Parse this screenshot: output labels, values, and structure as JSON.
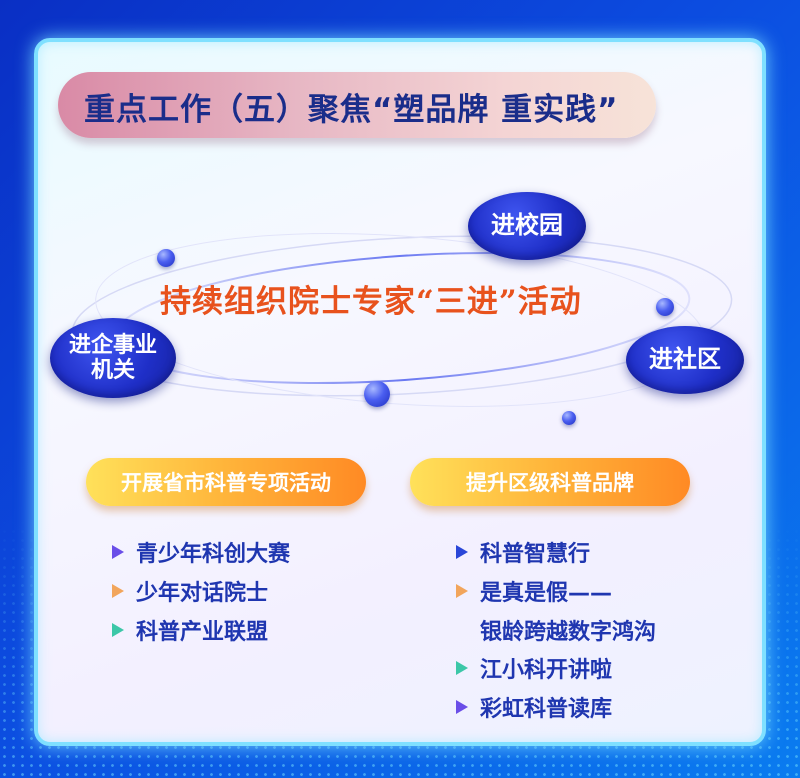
{
  "title": "重点工作（五）聚焦“塑品牌  重实践”",
  "headline": "持续组织院士专家“三进”活动",
  "bubbles": {
    "campus": "进校园",
    "enterprise_line1": "进企事业",
    "enterprise_line2": "机关",
    "community": "进社区"
  },
  "left_section": {
    "heading": "开展省市科普专项活动",
    "items": [
      "青少年科创大赛",
      "少年对话院士",
      "科普产业联盟"
    ]
  },
  "right_section": {
    "heading": "提升区级科普品牌",
    "items": [
      "科普智慧行",
      "是真是假——",
      "银龄跨越数字鸿沟",
      "江小科开讲啦",
      "彩虹科普读库"
    ]
  },
  "colors": {
    "title_text": "#1a2d8a",
    "headline": "#e8521d",
    "list_text": "#1f36b0",
    "bubble": "#1f2fc8",
    "pill_orange": "#ff9a2e"
  }
}
